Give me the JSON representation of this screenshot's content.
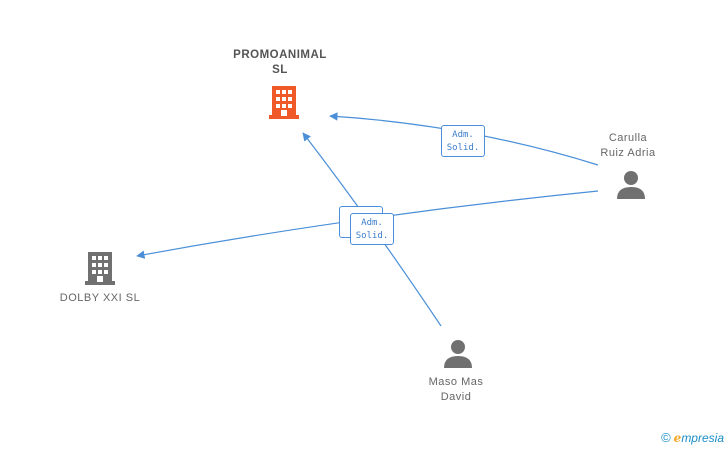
{
  "nodes": {
    "promoanimal": {
      "label_line1": "PROMOANIMAL",
      "label_line2": "SL",
      "type": "company",
      "color": "#f05a28"
    },
    "dolby": {
      "label": "DOLBY XXI SL",
      "type": "company",
      "color": "#707070"
    },
    "carulla": {
      "label_line1": "Carulla",
      "label_line2": "Ruiz Adria",
      "type": "person",
      "color": "#707070"
    },
    "maso": {
      "label_line1": "Maso Mas",
      "label_line2": "David",
      "type": "person",
      "color": "#707070"
    }
  },
  "edge_labels": {
    "top": {
      "line1": "Adm.",
      "line2": "Solid."
    },
    "middle": {
      "line1": "Adm.",
      "line2": "Solid."
    }
  },
  "edge_color": "#4a8fd8",
  "footer": {
    "copyright": "©",
    "brand_initial": "e",
    "brand_rest": "mpresia"
  }
}
